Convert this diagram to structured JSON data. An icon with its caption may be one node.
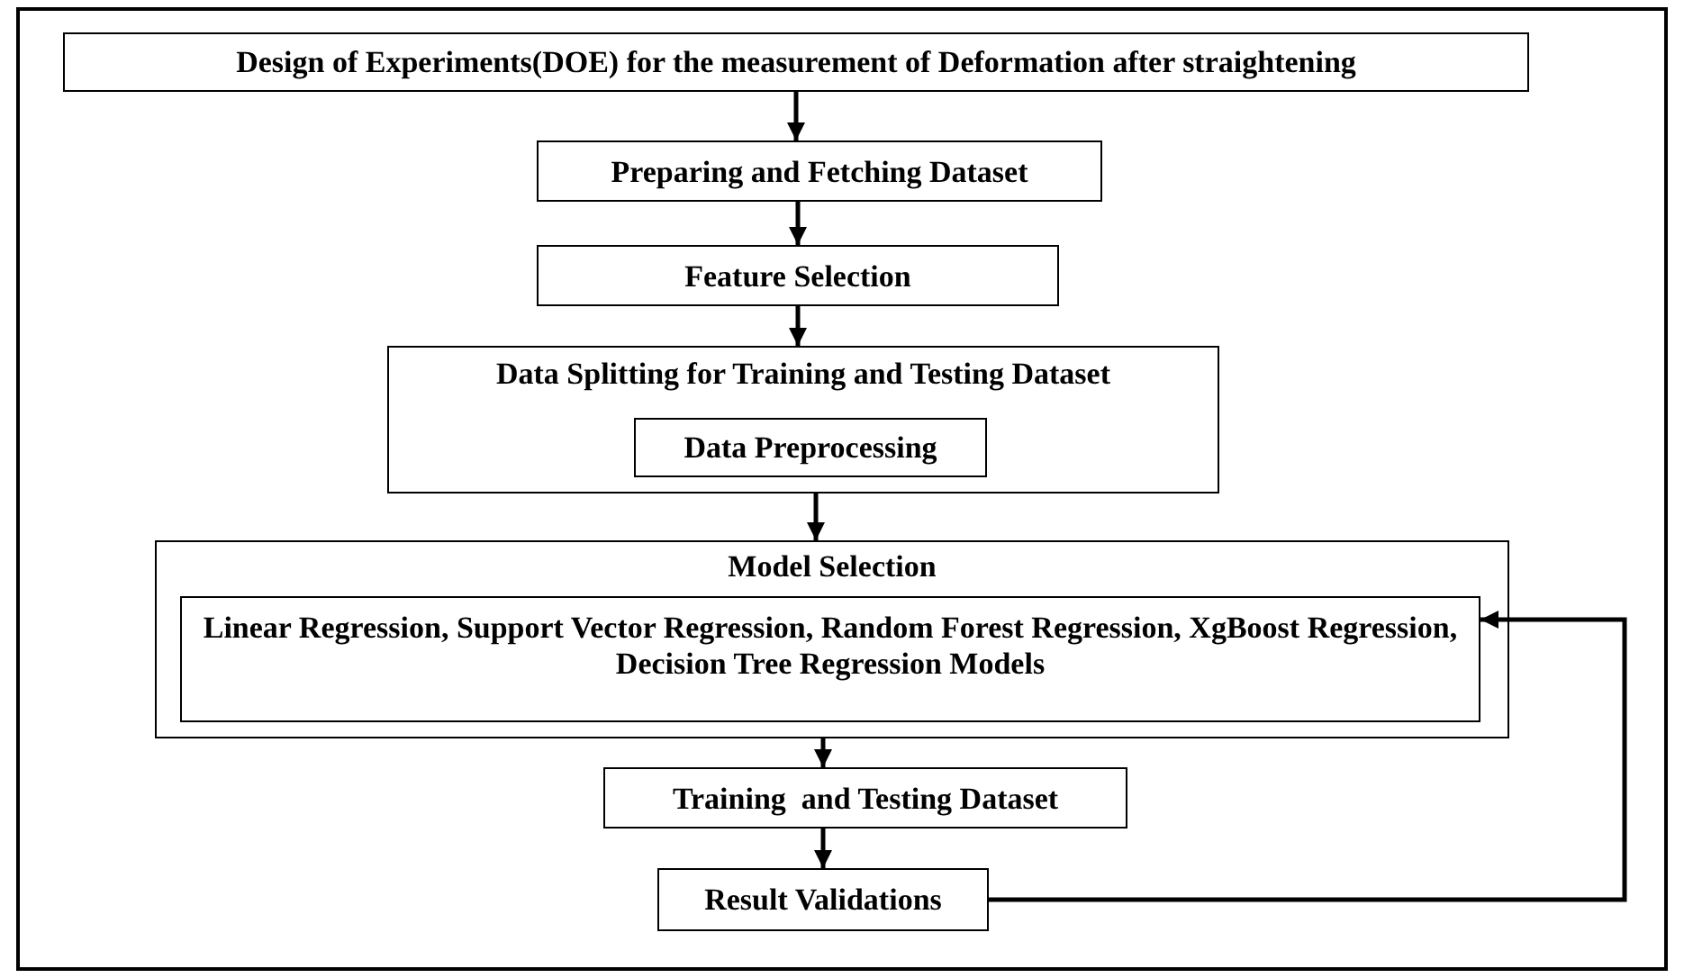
{
  "diagram": {
    "nodes": [
      {
        "text": [
          "Design of Experiments(DOE) for the measurement of Deformation after straightening"
        ]
      },
      {
        "text": [
          "Preparing and Fetching Dataset"
        ]
      },
      {
        "text": [
          "Feature Selection"
        ]
      },
      {
        "text": [
          "Data Splitting for Training and Testing Dataset"
        ]
      },
      {
        "text": [
          "Data Preprocessing"
        ],
        "in": 3
      },
      {
        "text": [
          "Model Selection"
        ]
      },
      {
        "text": [
          "Linear Regression, Support Vector Regression, Random Forest Regression, XgBoost Regression, Decision Tree Regression Models"
        ],
        "in": 5
      },
      {
        "text": [
          "Training  and Testing Dataset"
        ]
      },
      {
        "text": [
          "Result Validations"
        ]
      }
    ],
    "edges": [
      {
        "from": 0,
        "to": 1,
        "arrow": "to"
      },
      {
        "from": 1,
        "to": 2,
        "arrow": "to"
      },
      {
        "from": 2,
        "to": 3,
        "arrow": "to"
      },
      {
        "from": 3,
        "to": 5,
        "arrow": "to"
      },
      {
        "from": 5,
        "to": 7,
        "arrow": "to"
      },
      {
        "from": 7,
        "to": 8,
        "arrow": "to"
      },
      {
        "from": 8,
        "to": 6,
        "arrow": "to"
      }
    ]
  }
}
